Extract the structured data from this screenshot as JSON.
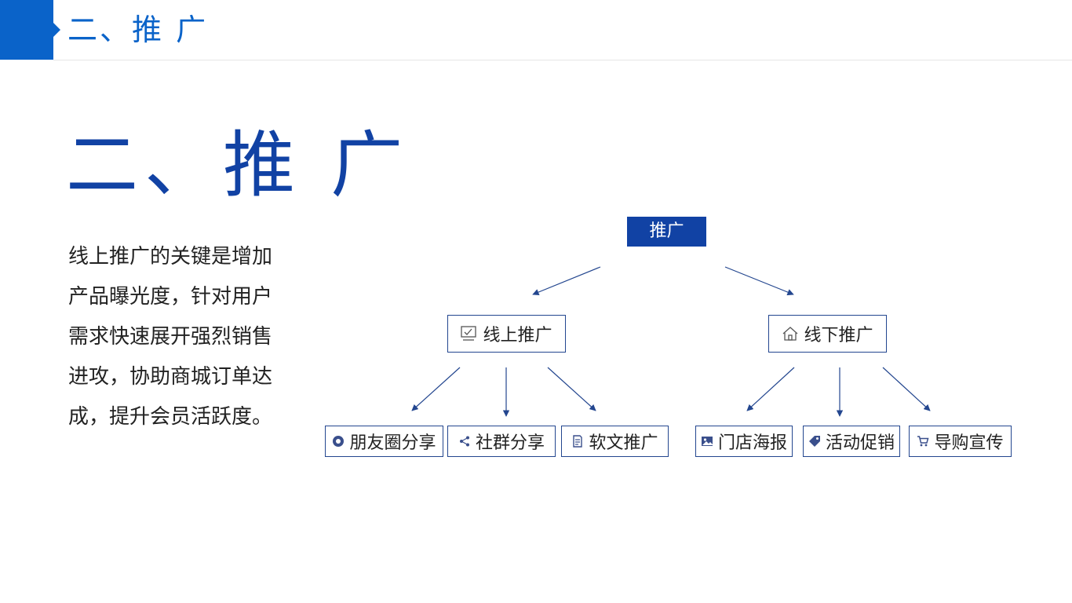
{
  "header": {
    "title": "二、推 广"
  },
  "main": {
    "title": "二、推 广",
    "description": "线上推广的关键是增加产品曝光度，针对用户需求快速展开强烈销售进攻，协助商城订单达成，提升会员活跃度。"
  },
  "diagram": {
    "root": "推广",
    "online": {
      "label": "线上推广",
      "icon": "checklist-icon",
      "children": [
        {
          "label": "朋友圈分享",
          "icon": "shutter-icon"
        },
        {
          "label": "社群分享",
          "icon": "share-icon"
        },
        {
          "label": "软文推广",
          "icon": "document-icon"
        }
      ]
    },
    "offline": {
      "label": "线下推广",
      "icon": "home-icon",
      "children": [
        {
          "label": "门店海报",
          "icon": "image-icon"
        },
        {
          "label": "活动促销",
          "icon": "tag-icon"
        },
        {
          "label": "导购宣传",
          "icon": "cart-icon"
        }
      ]
    }
  },
  "colors": {
    "accent": "#0a63c9",
    "primary": "#1142a4",
    "border": "#23468f"
  }
}
